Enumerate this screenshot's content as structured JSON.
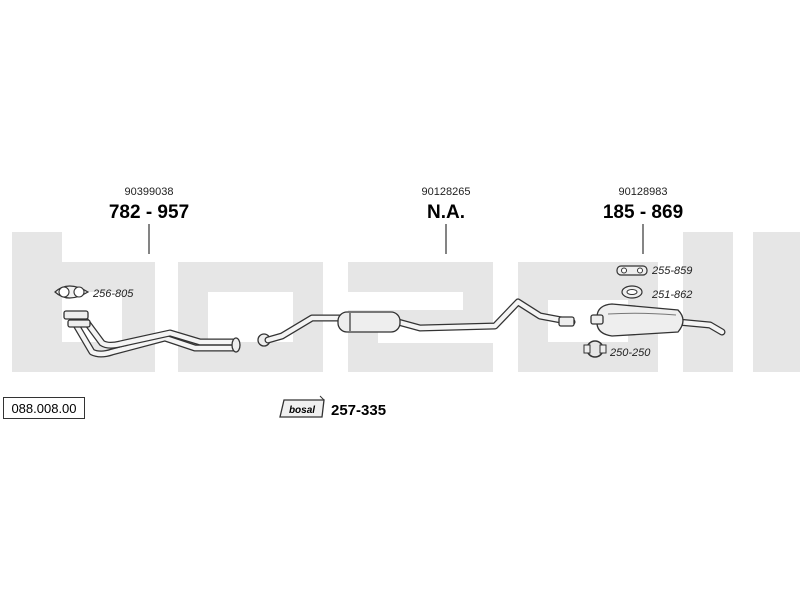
{
  "watermark": {
    "color": "#e6e6e6"
  },
  "reference": "088.008.00",
  "sections": [
    {
      "oe_number": "90399038",
      "part_number": "782 - 957"
    },
    {
      "oe_number": "90128265",
      "part_number": "N.A."
    },
    {
      "oe_number": "90128983",
      "part_number": "185 - 869"
    }
  ],
  "accessories": [
    {
      "code": "256-805",
      "icon": "gasket-icon"
    },
    {
      "code": "255-859",
      "icon": "rubber-mount-icon"
    },
    {
      "code": "251-862",
      "icon": "hanger-ring-icon"
    },
    {
      "code": "250-250",
      "icon": "clamp-icon"
    }
  ],
  "kit": {
    "logo_text": "bosal",
    "code": "257-335"
  }
}
